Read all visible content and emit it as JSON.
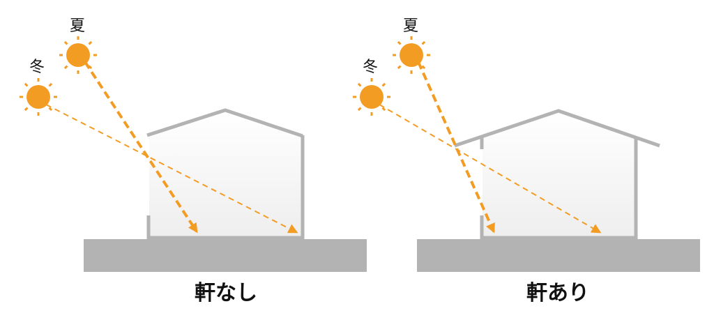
{
  "colors": {
    "sun": "#f39c24",
    "ray": "#f39c24",
    "wall": "#b3b3b3",
    "ground": "#b3b3b3",
    "interior": "#f4f4f4",
    "text": "#111111"
  },
  "icons": {
    "sun": "sun-icon"
  },
  "panels": [
    {
      "caption": "軒なし",
      "summer_label": "夏",
      "winter_label": "冬"
    },
    {
      "caption": "軒あり",
      "summer_label": "夏",
      "winter_label": "冬"
    }
  ]
}
